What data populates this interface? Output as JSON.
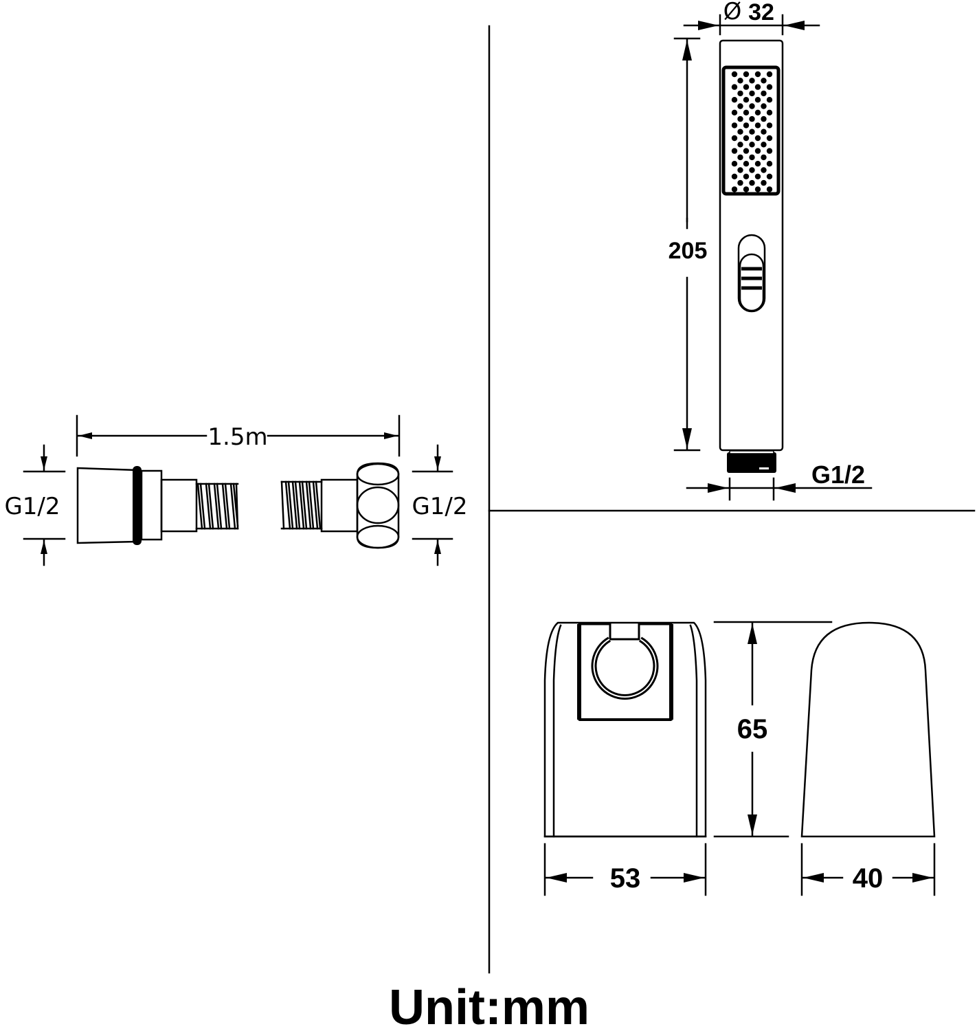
{
  "title": "Hand shower set dimension drawing",
  "colors": {
    "line": "#000000",
    "background": "#ffffff"
  },
  "hose": {
    "length_label": "1.5m",
    "left_thread_label": "G1/2",
    "right_thread_label": "G1/2"
  },
  "hand_shower": {
    "diameter_symbol": "Ø",
    "diameter_value": "32",
    "length_label": "205",
    "thread_label": "G1/2"
  },
  "holder": {
    "height_label": "65",
    "front_width_label": "53",
    "side_width_label": "40"
  },
  "footer": {
    "unit_label": "Unit:mm"
  }
}
